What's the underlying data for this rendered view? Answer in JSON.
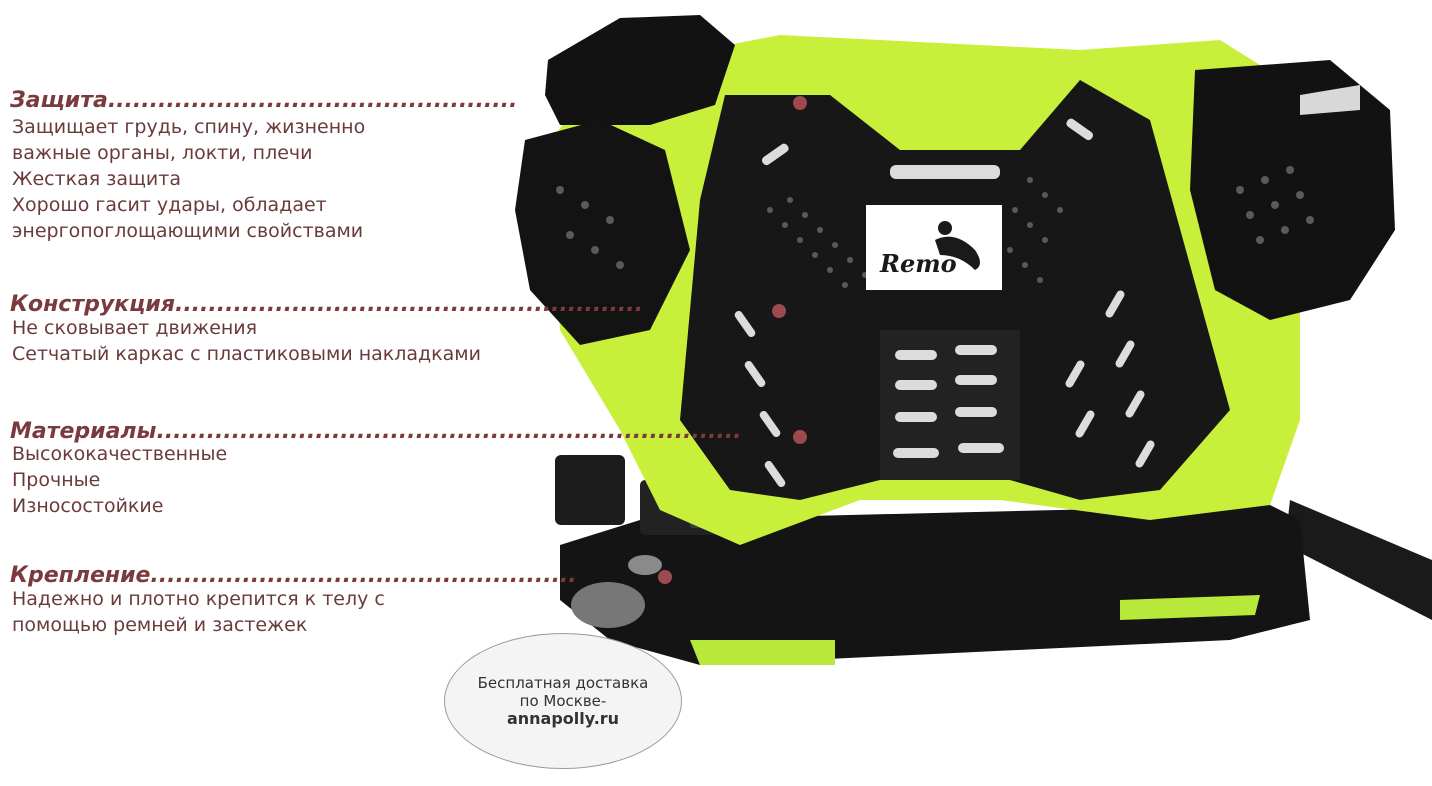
{
  "colors": {
    "heading": "#7a3b3e",
    "body_text": "#6a3b3b",
    "marker_dot": "#9c4a50",
    "vest_black": "#161616",
    "vest_lime": "#c8f03a"
  },
  "product": {
    "brand_mark": "Remo",
    "image_description_icon": "chest-protector-vest-image"
  },
  "sections": [
    {
      "title": "Защита",
      "lines": [
        "Защищает грудь, спину, жизненно",
        "важные органы, локти, плечи",
        "Жесткая защита",
        "Хорошо гасит удары, обладает",
        "энергопоглощающими свойствами"
      ]
    },
    {
      "title": "Конструкция",
      "lines": [
        "Не сковывает движения",
        "Сетчатый каркас с пластиковыми накладками"
      ]
    },
    {
      "title": "Материалы",
      "lines": [
        "Высококачественные",
        "Прочные",
        "Износостойкие"
      ]
    },
    {
      "title": "Крепление",
      "lines": [
        "Надежно и плотно крепится к телу с",
        "помощью ремней и застежек"
      ]
    }
  ],
  "promo": {
    "line1": "Бесплатная доставка",
    "line2": "по Москве-",
    "site": "annapolly.ru"
  }
}
